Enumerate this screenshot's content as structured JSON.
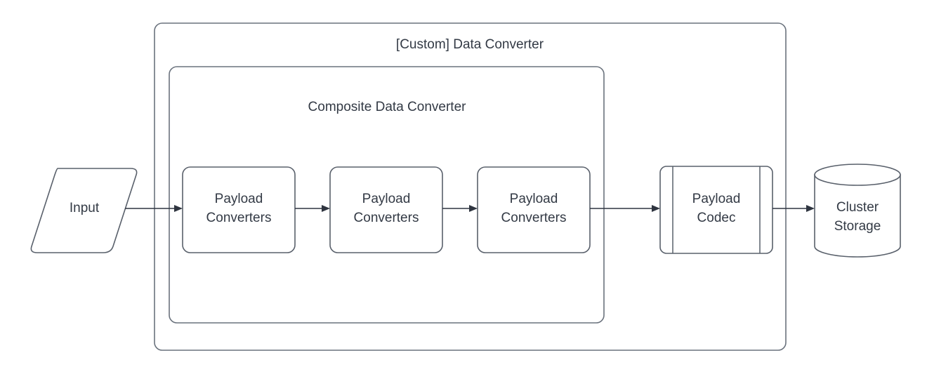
{
  "diagram": {
    "type": "flowchart",
    "outer_container": {
      "label": "[Custom] Data Converter"
    },
    "inner_container": {
      "label": "Composite Data Converter"
    },
    "input_node": {
      "label": "Input",
      "shape": "parallelogram"
    },
    "converters": [
      {
        "line1": "Payload",
        "line2": "Converters"
      },
      {
        "line1": "Payload",
        "line2": "Converters"
      },
      {
        "line1": "Payload",
        "line2": "Converters"
      }
    ],
    "codec_node": {
      "line1": "Payload",
      "line2": "Codec",
      "shape": "predefined-process"
    },
    "storage_node": {
      "line1": "Cluster",
      "line2": "Storage",
      "shape": "cylinder"
    },
    "colors": {
      "stroke": "#59606b",
      "container_stroke": "#6a727d",
      "text": "#333a45",
      "connector": "#2f3540",
      "background": "#ffffff"
    }
  }
}
